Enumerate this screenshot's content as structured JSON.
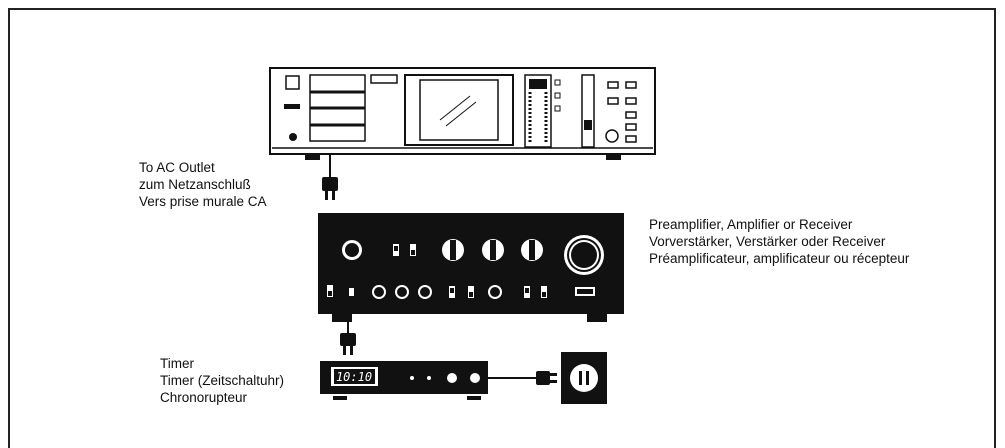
{
  "labels": {
    "ac_outlet": [
      "To AC Outlet",
      "zum Netzanschluß",
      "Vers prise murale CA"
    ],
    "amplifier": [
      "Preamplifier, Amplifier or Receiver",
      "Vorverstärker, Verstärker oder Receiver",
      "Préamplificateur, amplificateur ou récepteur"
    ],
    "timer": [
      "Timer",
      "Timer (Zeitschaltuhr)",
      "Chronorupteur"
    ]
  },
  "timer_display": "10:10"
}
